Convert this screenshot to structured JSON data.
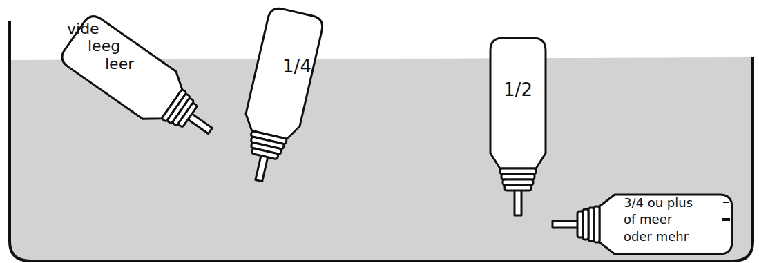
{
  "diagram": {
    "nodes": [
      {
        "text": [
          "vide",
          "leeg",
          "leer"
        ]
      },
      {
        "text": [
          "1/4"
        ]
      },
      {
        "text": [
          "1/2"
        ]
      },
      {
        "text": [
          "3/4 ou plus",
          "of meer",
          "oder mehr"
        ]
      }
    ]
  }
}
